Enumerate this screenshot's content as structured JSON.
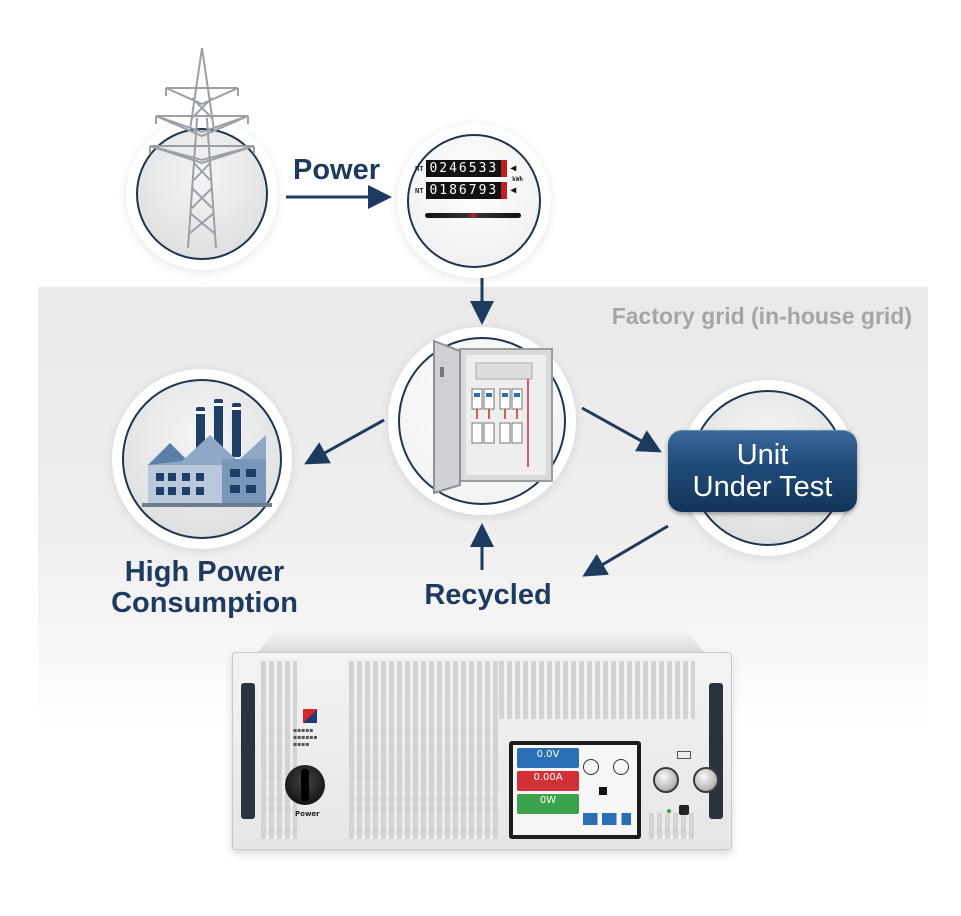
{
  "labels": {
    "power": "Power",
    "factory_grid": "Factory grid (in-house grid)",
    "high_power_line1": "High Power",
    "high_power_line2": "Consumption",
    "recycled": "Recycled",
    "uut_line1": "Unit",
    "uut_line2": "Under Test"
  },
  "meter": {
    "ht_label": "HT",
    "ht_digits": "0246533",
    "nt_label": "NT",
    "nt_digits": "0186793",
    "unit": "kWh"
  },
  "device": {
    "screen_voltage": "0.0V",
    "screen_current": "0.00A",
    "screen_power": "0W",
    "power_switch_label": "Power"
  },
  "colors": {
    "navy": "#1e3a5f",
    "uut_blue": "#1f4a78",
    "grey_text": "#a3a5a8",
    "grid_bg": "#ebebec"
  }
}
